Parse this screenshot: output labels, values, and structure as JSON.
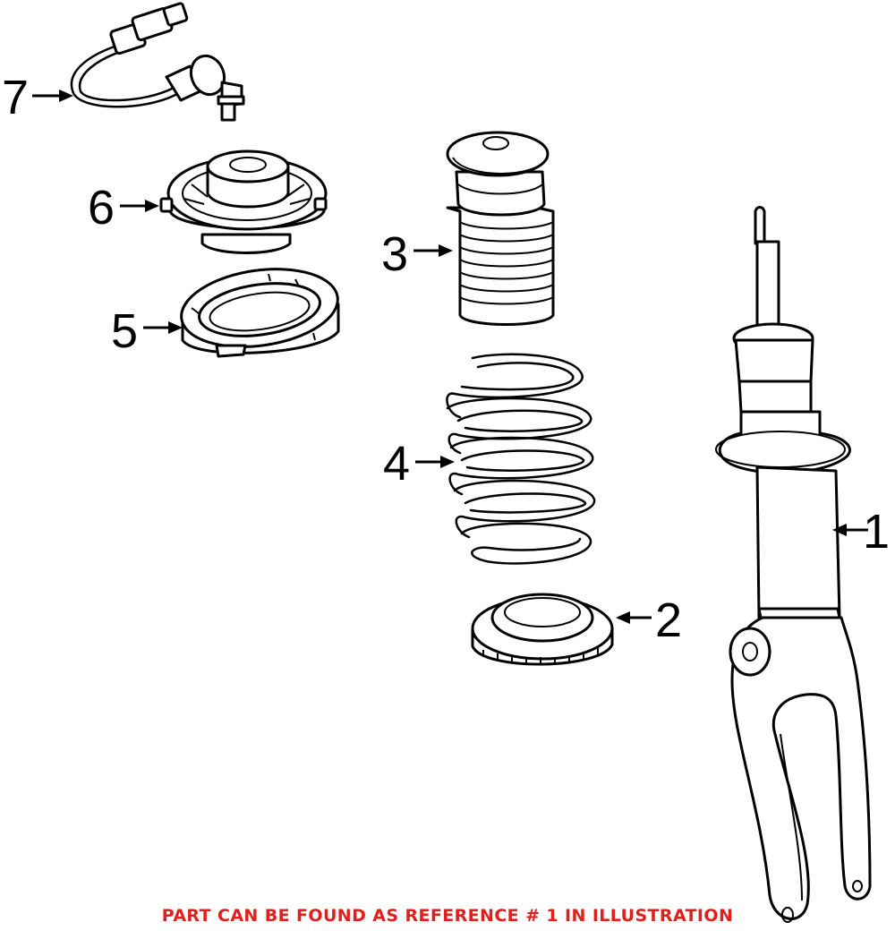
{
  "colors": {
    "line": "#000000",
    "background": "#ffffff",
    "note": "#e0201e"
  },
  "callouts": [
    {
      "ref": "1",
      "label": "1"
    },
    {
      "ref": "2",
      "label": "2"
    },
    {
      "ref": "3",
      "label": "3"
    },
    {
      "ref": "4",
      "label": "4"
    },
    {
      "ref": "5",
      "label": "5"
    },
    {
      "ref": "6",
      "label": "6"
    },
    {
      "ref": "7",
      "label": "7"
    }
  ],
  "note": "PART CAN BE FOUND AS REFERENCE # 1 IN ILLUSTRATION"
}
